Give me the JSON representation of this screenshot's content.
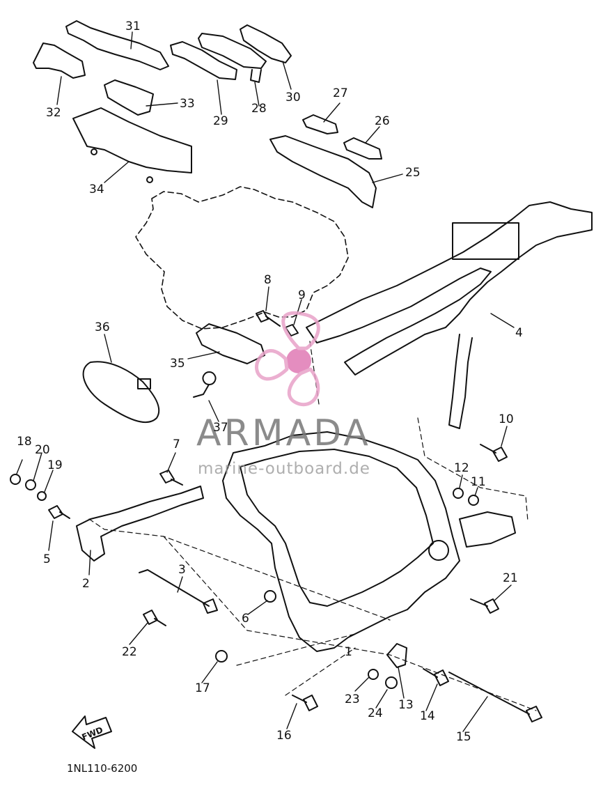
{
  "diagram": {
    "callouts": [
      {
        "id": "c1",
        "text": "1"
      },
      {
        "id": "c2",
        "text": "2"
      },
      {
        "id": "c3",
        "text": "3"
      },
      {
        "id": "c4",
        "text": "4"
      },
      {
        "id": "c5",
        "text": "5"
      },
      {
        "id": "c6",
        "text": "6"
      },
      {
        "id": "c7",
        "text": "7"
      },
      {
        "id": "c8",
        "text": "8"
      },
      {
        "id": "c9",
        "text": "9"
      },
      {
        "id": "c10",
        "text": "10"
      },
      {
        "id": "c11",
        "text": "11"
      },
      {
        "id": "c12",
        "text": "12"
      },
      {
        "id": "c13",
        "text": "13"
      },
      {
        "id": "c14",
        "text": "14"
      },
      {
        "id": "c15",
        "text": "15"
      },
      {
        "id": "c16",
        "text": "16"
      },
      {
        "id": "c17",
        "text": "17"
      },
      {
        "id": "c18",
        "text": "18"
      },
      {
        "id": "c19",
        "text": "19"
      },
      {
        "id": "c20",
        "text": "20"
      },
      {
        "id": "c21",
        "text": "21"
      },
      {
        "id": "c22",
        "text": "22"
      },
      {
        "id": "c23",
        "text": "23"
      },
      {
        "id": "c24",
        "text": "24"
      },
      {
        "id": "c25",
        "text": "25"
      },
      {
        "id": "c26",
        "text": "26"
      },
      {
        "id": "c27",
        "text": "27"
      },
      {
        "id": "c28",
        "text": "28"
      },
      {
        "id": "c29",
        "text": "29"
      },
      {
        "id": "c30",
        "text": "30"
      },
      {
        "id": "c31",
        "text": "31"
      },
      {
        "id": "c32",
        "text": "32"
      },
      {
        "id": "c33",
        "text": "33"
      },
      {
        "id": "c34",
        "text": "34"
      },
      {
        "id": "c35",
        "text": "35"
      },
      {
        "id": "c36",
        "text": "36"
      },
      {
        "id": "c37",
        "text": "37"
      }
    ],
    "fwd_label": "FWD",
    "part_code": "1NL110-6200"
  },
  "watermark": {
    "brand": "ARMADA",
    "subtitle": "marine-outboard.de",
    "logo_color": "#e8a2c8",
    "logo_center_color": "#e07ab5"
  }
}
